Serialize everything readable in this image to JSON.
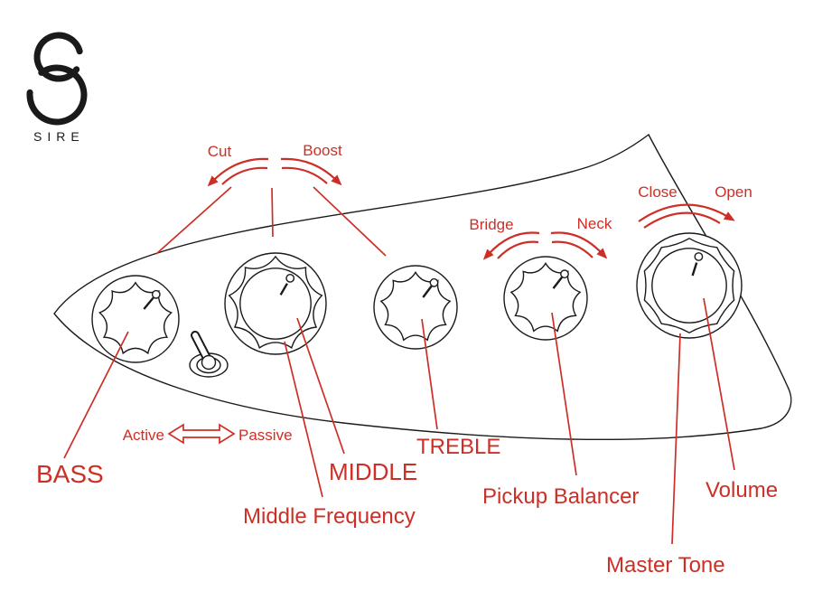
{
  "colors": {
    "accent": "#cd2f26",
    "ink": "#1a1a1a"
  },
  "brand": {
    "name": "SIRE"
  },
  "rotary_annotations": {
    "eq_cut": "Cut",
    "eq_boost": "Boost",
    "balance_bridge": "Bridge",
    "balance_neck": "Neck",
    "volume_close": "Close",
    "volume_open": "Open"
  },
  "switch": {
    "active": "Active",
    "passive": "Passive"
  },
  "controls": {
    "bass": "BASS",
    "middle": "MIDDLE",
    "middle_frequency": "Middle Frequency",
    "treble": "TREBLE",
    "pickup_balancer": "Pickup Balancer",
    "volume": "Volume",
    "master_tone": "Master Tone"
  }
}
